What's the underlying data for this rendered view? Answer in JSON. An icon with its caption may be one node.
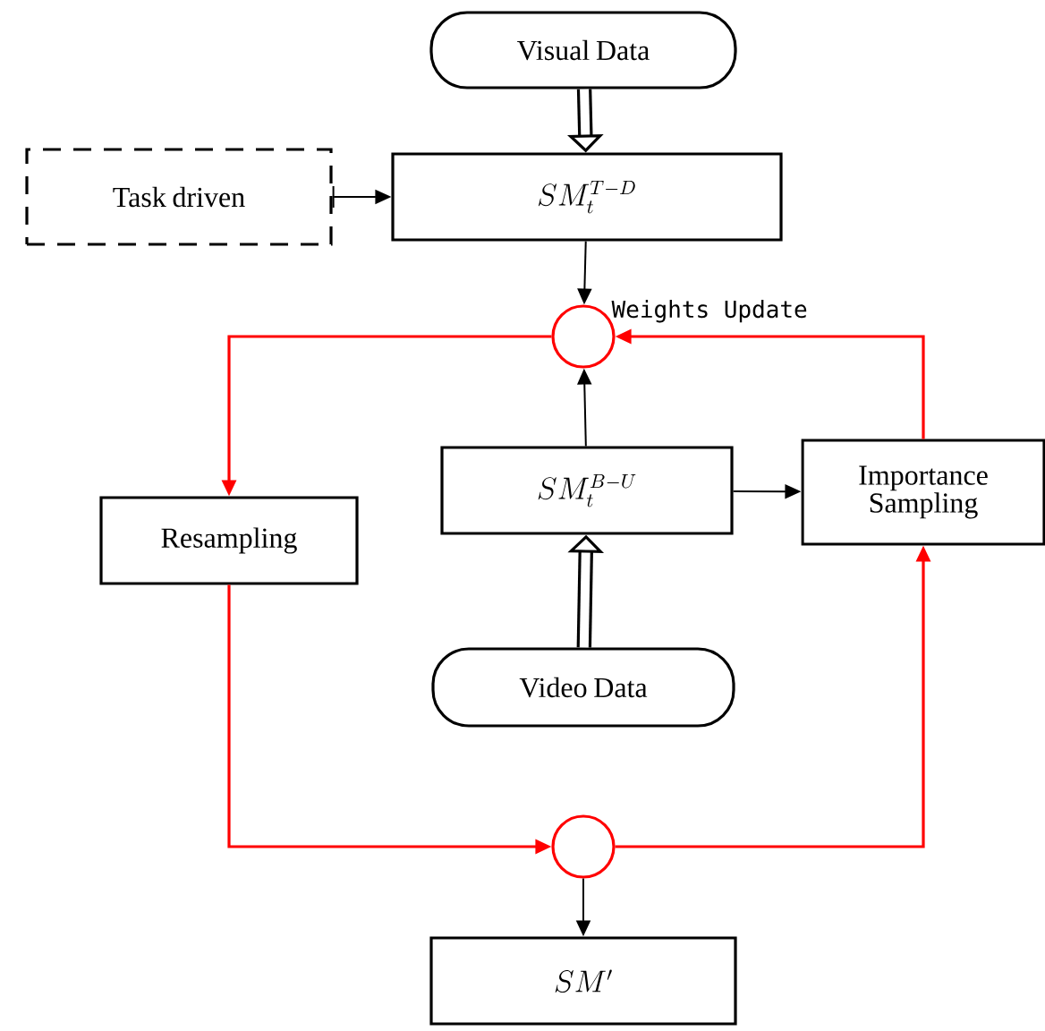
{
  "diagram": {
    "nodes": [
      {
        "text": [
          "Visual Data"
        ]
      },
      {
        "text": [
          "Task driven"
        ]
      },
      {
        "text": [
          "SM_t^{T-D}"
        ]
      },
      {
        "text": [],
        "shape": "circle"
      },
      {
        "text": [
          "SM_t^{B-U}"
        ]
      },
      {
        "text": [
          "Importance Sampling"
        ]
      },
      {
        "text": [
          "Resampling"
        ]
      },
      {
        "text": [
          "Video Data"
        ]
      },
      {
        "text": [],
        "shape": "circle"
      },
      {
        "text": [
          "SM'"
        ]
      }
    ],
    "edges": [
      {
        "from": 0,
        "to": 2,
        "arrow": "to",
        "style": "thick"
      },
      {
        "from": 1,
        "to": 2,
        "arrow": "to"
      },
      {
        "from": 2,
        "to": 3,
        "arrow": "to"
      },
      {
        "from": 3,
        "to": 6,
        "arrow": "to",
        "color": "#ff0000"
      },
      {
        "from": 5,
        "to": 3,
        "arrow": "to",
        "color": "#ff0000",
        "label": "Weights Update"
      },
      {
        "from": 4,
        "to": 3,
        "arrow": "to"
      },
      {
        "from": 4,
        "to": 5,
        "arrow": "to"
      },
      {
        "from": 7,
        "to": 4,
        "arrow": "to",
        "style": "thick"
      },
      {
        "from": 6,
        "to": 8,
        "arrow": "to",
        "color": "#ff0000"
      },
      {
        "from": 8,
        "to": 5,
        "arrow": "to",
        "color": "#ff0000"
      },
      {
        "from": 8,
        "to": 9,
        "arrow": "to"
      }
    ]
  }
}
